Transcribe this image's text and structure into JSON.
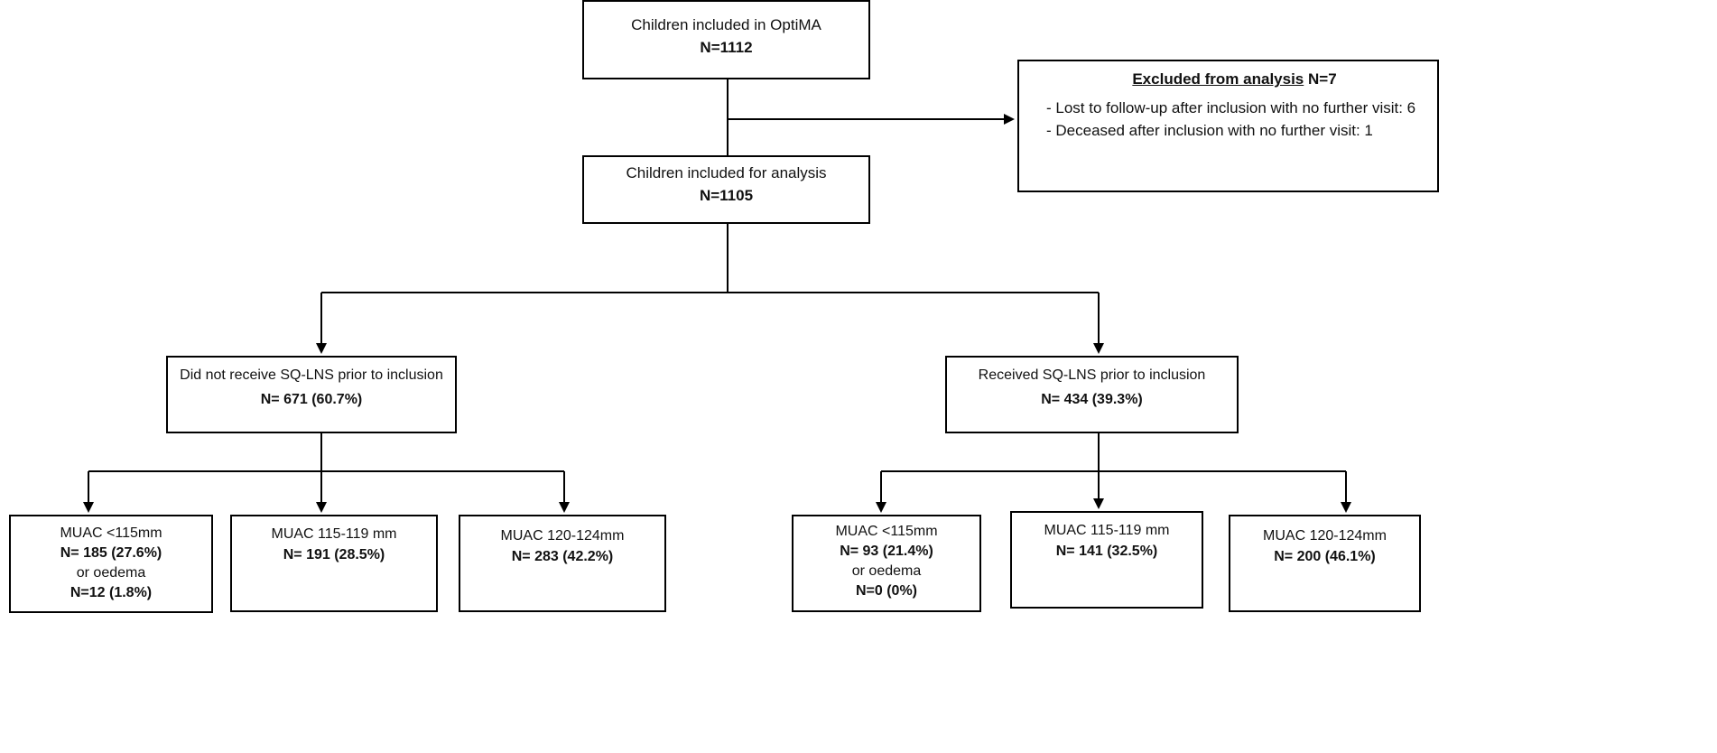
{
  "top": {
    "title": "Children included in OptiMA",
    "count": "N=1112"
  },
  "excluded": {
    "title": "Excluded from analysis",
    "count": "N=7",
    "items": [
      "- Lost to follow-up after inclusion with no further visit: 6",
      "- Deceased after inclusion with no further visit: 1"
    ]
  },
  "analysis": {
    "title": "Children included for analysis",
    "count": "N=1105"
  },
  "left_group": {
    "title": "Did not receive SQ-LNS prior to inclusion",
    "count": "N= 671 (60.7%)"
  },
  "right_group": {
    "title": "Received SQ-LNS prior to inclusion",
    "count": "N= 434 (39.3%)"
  },
  "left_leaves": [
    {
      "title": "MUAC <115mm",
      "count": "N= 185 (27.6%)",
      "extra": "or oedema",
      "extra_count": "N=12 (1.8%)"
    },
    {
      "title": "MUAC 115-119 mm",
      "count": "N= 191 (28.5%)"
    },
    {
      "title": "MUAC 120-124mm",
      "count": "N= 283 (42.2%)"
    }
  ],
  "right_leaves": [
    {
      "title": "MUAC <115mm",
      "count": "N= 93 (21.4%)",
      "extra": "or oedema",
      "extra_count": "N=0 (0%)"
    },
    {
      "title": "MUAC 115-119 mm",
      "count": "N= 141 (32.5%)"
    },
    {
      "title": "MUAC 120-124mm",
      "count": "N= 200 (46.1%)"
    }
  ]
}
